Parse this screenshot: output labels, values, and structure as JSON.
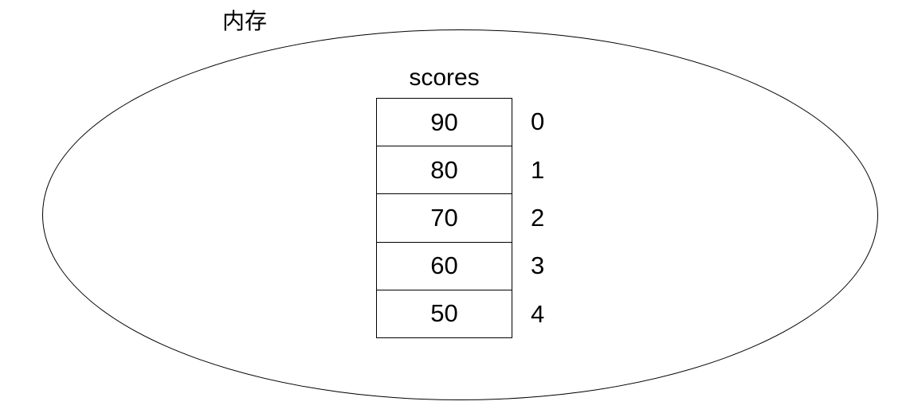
{
  "diagram": {
    "memory_label": "内存",
    "array": {
      "name": "scores",
      "cells": [
        {
          "value": "90",
          "index": "0"
        },
        {
          "value": "80",
          "index": "1"
        },
        {
          "value": "70",
          "index": "2"
        },
        {
          "value": "60",
          "index": "3"
        },
        {
          "value": "50",
          "index": "4"
        }
      ]
    },
    "colors": {
      "line": "#000000",
      "text": "#000000",
      "background": "#ffffff"
    }
  }
}
